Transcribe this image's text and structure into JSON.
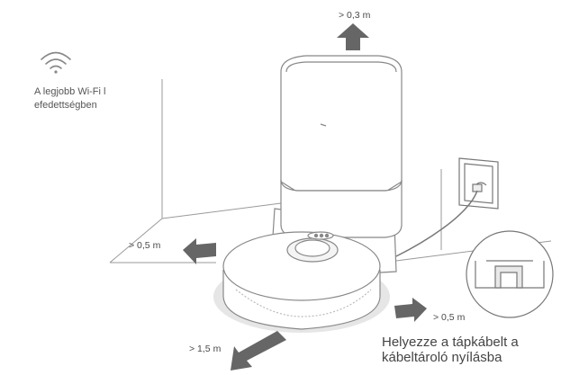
{
  "wifi": {
    "icon": "wifi-icon",
    "text": "A legjobb Wi-Fi lefedettségben"
  },
  "clearances": {
    "top": "> 0,3 m",
    "left": "> 0,5 m",
    "right": "> 0,5 m",
    "front": "> 1,5 m"
  },
  "caption": "Helyezze a tápkábelt a kábeltároló nyílásba",
  "colors": {
    "line": "#888888",
    "arrow": "#666666",
    "text": "#4a4a4a"
  }
}
